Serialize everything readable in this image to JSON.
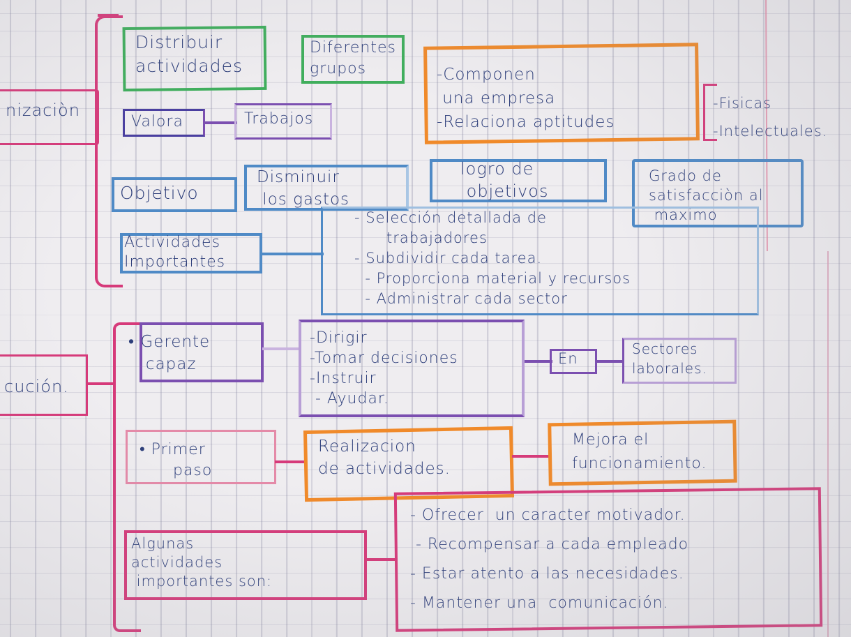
{
  "colors": {
    "pink": "#d63a7a",
    "green": "#3fae5c",
    "orange": "#f08a2a",
    "purple": "#7b4fb0",
    "blue": "#4f8ac6",
    "ink": "#2d3e7a"
  },
  "left_labels": {
    "organizacion": "nizaciòn",
    "ejecucion": "cución."
  },
  "top": {
    "distribuir": "Distribuir\nactividades",
    "diferentes": "Diferentes\ngrupos",
    "componen_list": "-Componen\n una empresa\n-Relaciona aptitudes",
    "aptitudes_list": "-Fisicas\n-Intelectuales.",
    "valora": "Valora",
    "trabajos": "Trabajos",
    "objetivo": "Objetivo",
    "disminuir": "Disminuir\n los gastos",
    "logro": "logro de\n objetivos",
    "grado": "Grado de\nsatisfacciòn al\n maximo",
    "actividades_importantes": "Actividades\nImportantes",
    "activities_list": "- Selección detallada de\n      trabajadores\n- Subdividir cada tarea.\n  - Proporciona material y recursos\n  - Administrar cada sector"
  },
  "bottom": {
    "gerente": "• Gerente\n   capaz",
    "dirigir_list": "-Dirigir\n-Tomar decisiones\n-Instruir\n - Ayudar.",
    "en": "En",
    "sectores": "Sectores\nlaborales.",
    "primer_paso": "• Primer\n      paso",
    "realizacion": "Realizacion\nde actividades.",
    "mejora": "Mejora el\nfuncionamiento.",
    "algunas": "Algunas\nactividades\n importantes son:",
    "final_list": "- Ofrecer  un caracter motivador.\n - Recompensar a cada empleado\n- Estar atento a las necesidades.\n- Mantener una  comunicación."
  }
}
